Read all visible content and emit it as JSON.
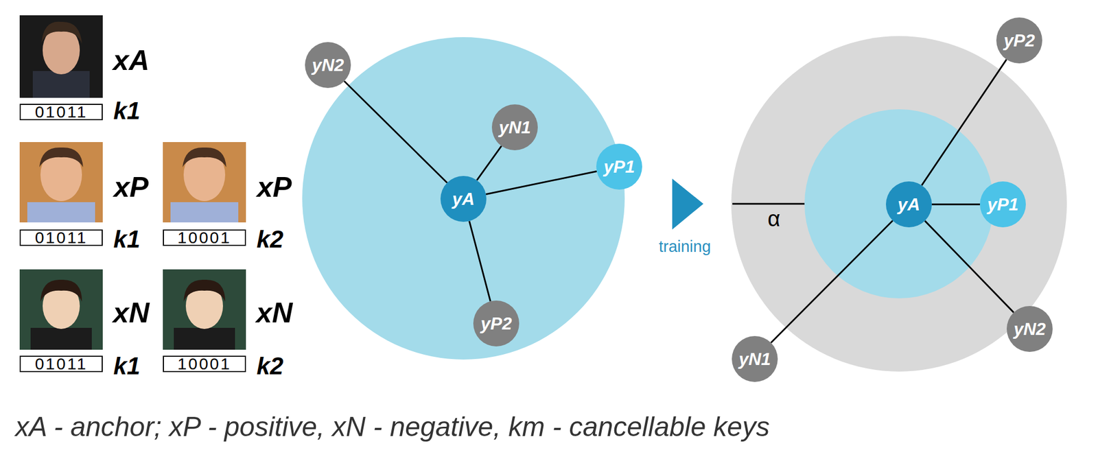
{
  "diagram": {
    "caption": "xA - anchor; xP - positive, xN - negative, km - cancellable keys",
    "nodes": [
      {
        "text": [
          "yN2"
        ]
      },
      {
        "text": [
          "yN1"
        ]
      },
      {
        "text": [
          "yA"
        ]
      },
      {
        "text": [
          "yP1"
        ]
      },
      {
        "text": [
          "yP2"
        ]
      },
      {
        "text": [
          "yP2"
        ]
      },
      {
        "text": [
          "yA"
        ]
      },
      {
        "text": [
          "yP1"
        ]
      },
      {
        "text": [
          "yN2"
        ]
      },
      {
        "text": [
          "yN1"
        ]
      }
    ],
    "edges": [
      {
        "from": 2,
        "to": 0,
        "arrow": "none"
      },
      {
        "from": 2,
        "to": 1,
        "arrow": "none"
      },
      {
        "from": 2,
        "to": 3,
        "arrow": "none"
      },
      {
        "from": 2,
        "to": 4,
        "arrow": "none"
      },
      {
        "from": 6,
        "to": 5,
        "arrow": "none"
      },
      {
        "from": 6,
        "to": 7,
        "arrow": "none"
      },
      {
        "from": 6,
        "to": 8,
        "arrow": "none"
      },
      {
        "from": 6,
        "to": 9,
        "arrow": "none"
      }
    ],
    "labels": [
      "xA",
      "01011",
      "k1",
      "xP",
      "xP",
      "01011",
      "k1",
      "10001",
      "k2",
      "xN",
      "xN",
      "01011",
      "k1",
      "10001",
      "k2",
      "training",
      "α"
    ]
  }
}
